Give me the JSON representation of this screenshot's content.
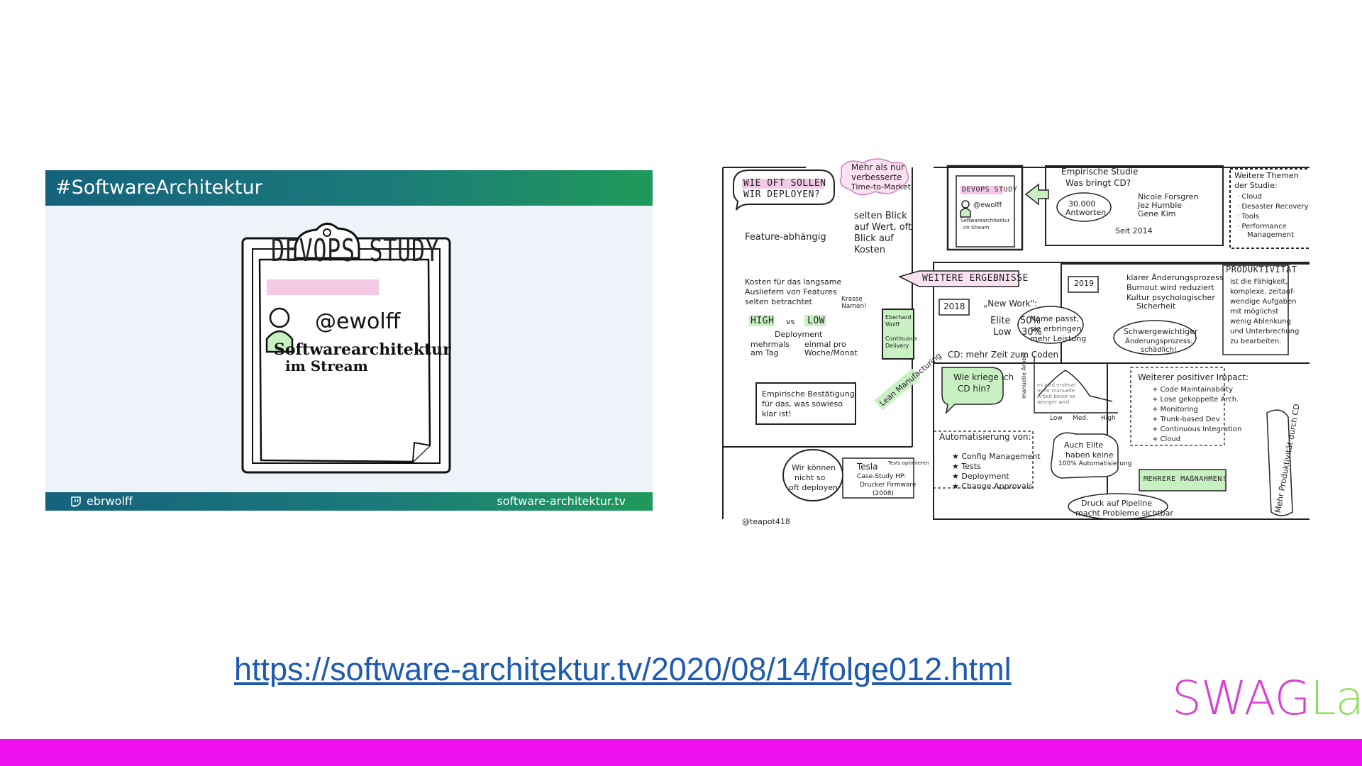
{
  "thumbnail": {
    "hashtag": "#SoftwareArchitektur",
    "title": "DEVOPS STUDY",
    "handle": "@ewolff",
    "subtitle_line1": "Softwarearchitektur",
    "subtitle_line2": "im Stream",
    "footer_handle": "ebrwolff",
    "footer_site": "software-architektur.tv",
    "icon": "twitch-icon"
  },
  "sketchnote": {
    "q1": "WIE OFT SOLLEN",
    "q1b": "WIR DEPLOYEN?",
    "time_to_market_1": "Mehr als nur",
    "time_to_market_2": "verbesserte",
    "time_to_market_3": "Time-to-Market",
    "feature": "Feature-abhängig",
    "kosten_1": "Kosten für das langsame",
    "kosten_2": "Ausliefern von Features",
    "kosten_3": "selten betrachtet",
    "selten_1": "selten Blick",
    "selten_2": "auf Wert, oft",
    "selten_3": "Blick auf",
    "selten_4": "Kosten",
    "krasse_1": "Krasse",
    "krasse_2": "Namen!",
    "high": "HIGH",
    "vs": "vs",
    "low": "LOW",
    "deployment": "Deployment",
    "mehrmals_1": "mehrmals",
    "mehrmals_2": "am Tag",
    "einmal_1": "einmal pro",
    "einmal_2": "Woche/Monat",
    "book_1": "Eberhard",
    "book_2": "Wolff",
    "book_3": "Continuous",
    "book_4": "Delivery",
    "emp_1": "Empirische Bestätigung",
    "emp_2": "für das, was sowieso",
    "emp_3": "klar ist!",
    "lean_1": "Lean",
    "lean_2": "Manufacturing",
    "wir_1": "Wir können",
    "wir_2": "nicht so",
    "wir_3": "oft deployen",
    "tesla": "Tesla",
    "tests_opt": "Tests optimieren",
    "case_1": "Case-Study HP:",
    "case_2": "Drucker Firmware",
    "case_3": "(2008)",
    "author": "@teapot418",
    "mini_title": "DEVOPS STUDY",
    "mini_handle": "@ewolff",
    "mini_sub_1": "Softwarearchitektur",
    "mini_sub_2": "im Stream",
    "empirisch_1": "Empirische Studie",
    "empirisch_2": "Was bringt CD?",
    "antworten_1": "30.000",
    "antworten_2": "Antworten",
    "seit": "Seit 2014",
    "names_1": "Nicole Forsgren",
    "names_2": "Jez Humble",
    "names_3": "Gene Kim",
    "weitere_themen_1": "Weitere Themen",
    "weitere_themen_2": "der Studie:",
    "themen": [
      "· Cloud",
      "· Desaster Recovery",
      "· Tools",
      "· Performance",
      "Management"
    ],
    "weitere_ergebnisse": "WEITERE ERGEBNISSE",
    "y2019": "2019",
    "erg_1": "klarer Änderungsprozess",
    "erg_2": "Burnout wird reduziert",
    "erg_3": "Kultur psychologischer",
    "erg_4": "Sicherheit",
    "produktivitaet": "PRODUKTIVITÄT",
    "prod_lines": [
      "ist die Fähigkeit,",
      "komplexe, zeitauf-",
      "wendige Aufgaben",
      "mit möglichst",
      "wenig Ablenkung",
      "und Unterbrechung",
      "zu bearbeiten."
    ],
    "y2018": "2018",
    "new_work": "„New Work\":",
    "elite": "Elite",
    "elite_pct": "50%",
    "low2": "Low",
    "low_pct": "30%",
    "name_passt_1": "Name passt,",
    "name_passt_2": "sie erbringen",
    "name_passt_3": "mehr Leistung",
    "schwer_1": "Schwergewichtiger",
    "schwer_2": "Änderungsprozess:",
    "schwer_3": "schädlich!",
    "cd_zeit": "CD: mehr Zeit zum Coden",
    "wie_1": "Wie kriege ich",
    "wie_2": "CD hin?",
    "manual_axis": "manuelle Arbeit",
    "chart_note_1": "es wird erstmal",
    "chart_note_2": "mehr manuelle",
    "chart_note_3": "Arbeit bevor es",
    "chart_note_4": "weniger wird",
    "ax_low": "Low",
    "ax_med": "Med.",
    "ax_high": "High",
    "positiv": "Weiterer positiver Impact:",
    "positiv_items": [
      "+ Code Maintainability",
      "+ Lose gekoppelte Arch.",
      "+ Monitoring",
      "+ Trunk-based Dev",
      "+ Continuous Integration",
      "+ Cloud"
    ],
    "auto": "Automatisierung von:",
    "auto_items": [
      "★ Config Management",
      "★ Tests",
      "★ Deployment",
      "★ Change Approvals"
    ],
    "auch_1": "Auch Elite",
    "auch_2": "haben keine",
    "auch_3": "100% Automatisierung",
    "mehrere": "MEHRERE MAßNAHMEN!",
    "druck_1": "Druck auf Pipeline",
    "druck_2": "macht Probleme sichtbar",
    "mehr_prod_1": "Mehr Produktivität",
    "mehr_prod_2": "durch CD"
  },
  "link": {
    "url": "https://software-architektur.tv/2020/08/14/folge012.html"
  },
  "logo": {
    "part1": "SWAG",
    "part2": "Lab"
  },
  "colors": {
    "bar": "#ee11ee",
    "link": "#1e5bb0",
    "logo_swag": "#d93fd5",
    "logo_lab": "#8ee05d",
    "thumb_gradient_start": "#15627d",
    "thumb_gradient_end": "#1f9a5a"
  }
}
